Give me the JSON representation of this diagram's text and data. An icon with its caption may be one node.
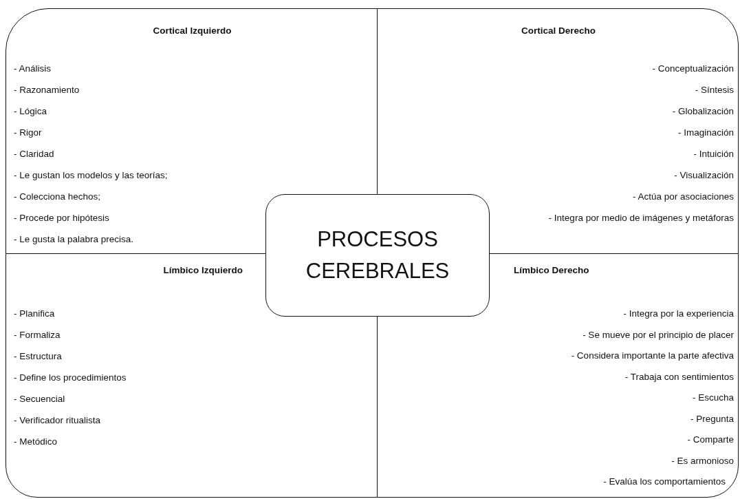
{
  "diagram": {
    "nodes": [
      {
        "text": [
          "Cortical Izquierdo",
          "- Análisis",
          "- Razonamiento",
          "- Lógica",
          "- Rigor",
          "- Claridad",
          "- Le gustan los modelos y las teorías;",
          "- Colecciona hechos;",
          "- Procede por hipótesis",
          "- Le gusta la palabra precisa."
        ]
      },
      {
        "text": [
          "Cortical Derecho",
          "- Conceptualización",
          "- Síntesis",
          "- Globalización",
          "- Imaginación",
          "- Intuición",
          "- Visualización",
          "- Actúa por asociaciones",
          "- Integra por medio de imágenes y metáforas"
        ]
      },
      {
        "text": [
          "Límbico Izquierdo",
          "- Planifica",
          "- Formaliza",
          "- Estructura",
          "- Define los procedimientos",
          "- Secuencial",
          "- Verificador ritualista",
          "- Metódico"
        ]
      },
      {
        "text": [
          "Límbico Derecho",
          "- Integra por la experiencia",
          "- Se mueve por el principio de placer",
          "- Considera importante la parte afectiva",
          "- Trabaja con sentimientos",
          "- Escucha",
          "- Pregunta",
          "- Comparte",
          "- Es armonioso",
          "- Evalúa los comportamientos"
        ]
      },
      {
        "text": [
          "PROCESOS CEREBRALES"
        ]
      }
    ]
  }
}
